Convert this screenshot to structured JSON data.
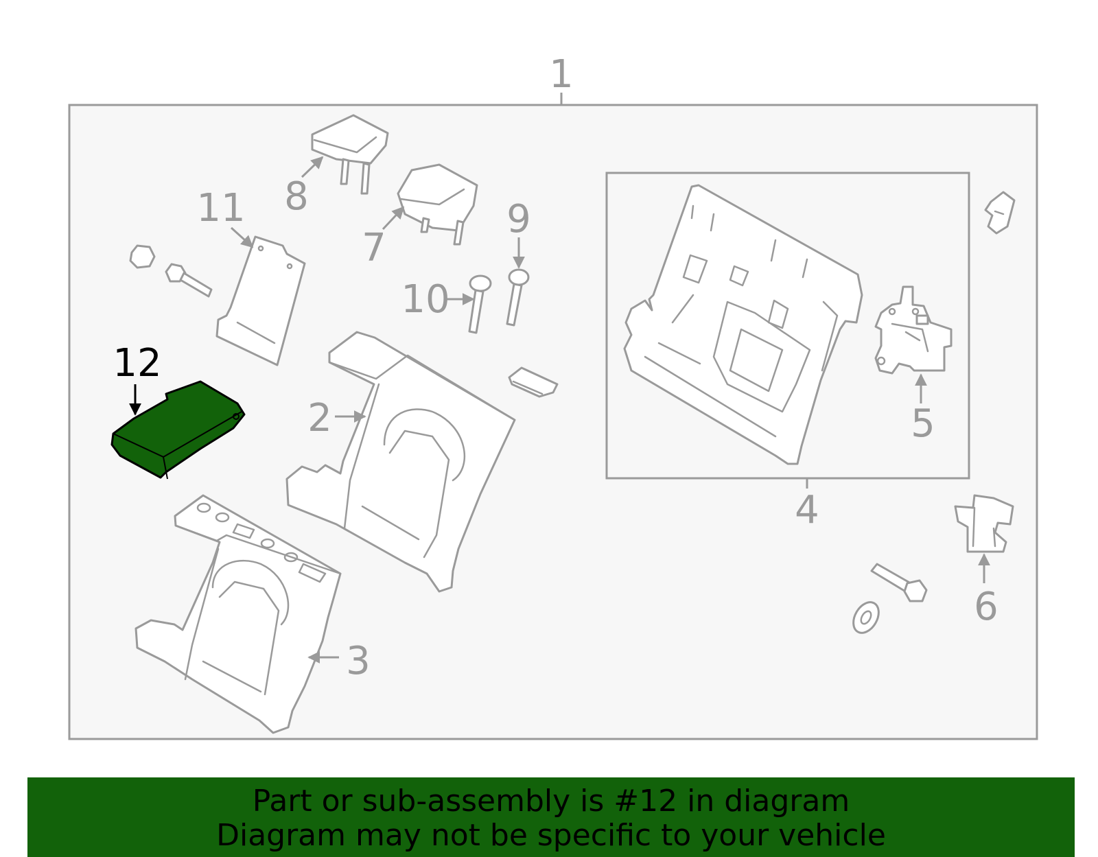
{
  "callouts": {
    "c1": "1",
    "c2": "2",
    "c3": "3",
    "c4": "4",
    "c5": "5",
    "c6": "6",
    "c7": "7",
    "c8": "8",
    "c9": "9",
    "c10": "10",
    "c11": "11",
    "c12": "12"
  },
  "highlighted_part": "12",
  "colors": {
    "highlight": "#12620a",
    "line": "#9a9a9a",
    "frame_fill": "#f7f7f7"
  },
  "banner": {
    "line1": "Part or sub-assembly is #12 in diagram",
    "line2": "Diagram may not be specific to your vehicle"
  }
}
